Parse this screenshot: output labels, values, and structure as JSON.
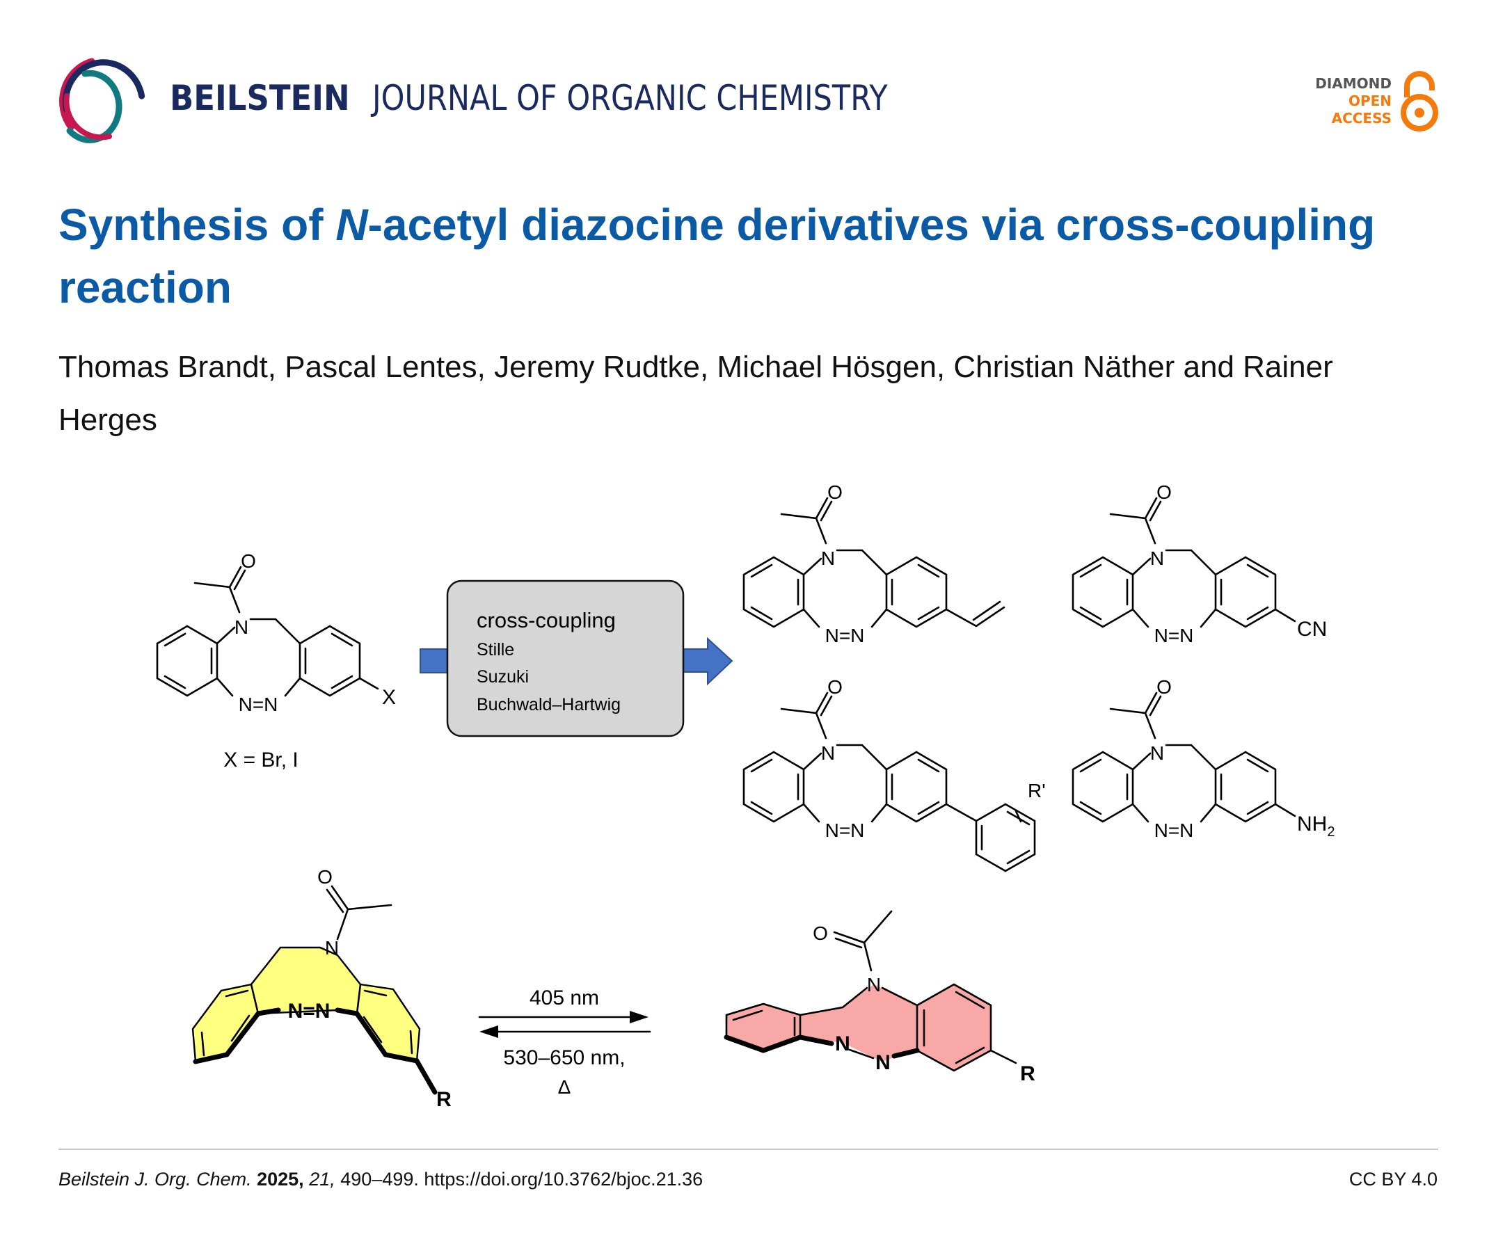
{
  "header": {
    "journal_bold": "BEILSTEIN",
    "journal_rest": "JOURNAL OF ORGANIC CHEMISTRY",
    "oa_line1": "DIAMOND",
    "oa_line2": "OPEN",
    "oa_line3": "ACCESS",
    "oa_color": "#f47b0b",
    "brand_color": "#1b2a5e"
  },
  "article": {
    "title_pre": "Synthesis of ",
    "title_italic": "N",
    "title_post": "-acetyl diazocine derivatives via cross-coupling reaction",
    "authors": "Thomas Brandt, Pascal Lentes, Jeremy Rudtke, Michael Hösgen, Christian Näther and Rainer Herges",
    "title_color": "#0b5aa6"
  },
  "scheme": {
    "atom_N": "N",
    "atom_O": "O",
    "azo": "N=N",
    "substituent_X": "X",
    "x_def": "X = Br, I",
    "box_title": "cross-coupling",
    "methods": [
      "Stille",
      "Suzuki",
      "Buchwald–Hartwig"
    ],
    "cn": "CN",
    "r_prime": "R'",
    "nh": "NH",
    "nh_sub": "2",
    "r": "R",
    "forward": "405 nm",
    "backward": "530–650 nm,",
    "heat": "Δ",
    "arrow_color": "#4472c4",
    "cis_color": "#ffff80",
    "trans_color": "#f9a8a8"
  },
  "footer": {
    "journal_abbrev": "Beilstein J. Org. Chem.",
    "year": "2025,",
    "volume": "21,",
    "pages": "490–499.",
    "doi": "https://doi.org/10.3762/bjoc.21.36",
    "license": "CC BY 4.0"
  }
}
